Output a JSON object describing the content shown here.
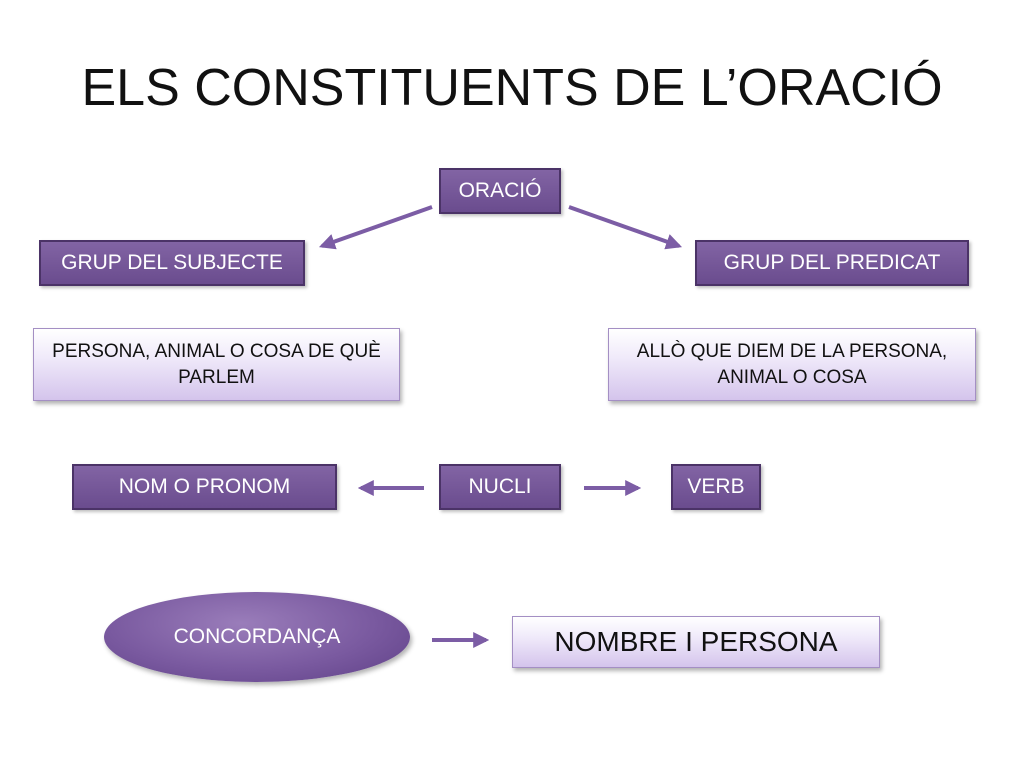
{
  "title": "ELS CONSTITUENTS DE L’ORACIÓ",
  "root": "ORACIÓ",
  "subject": {
    "group": "GRUP DEL SUBJECTE",
    "definition": "PERSONA, ANIMAL O COSA DE QUÈ PARLEM",
    "core": "NOM O PRONOM"
  },
  "predicate": {
    "group": "GRUP DEL PREDICAT",
    "definition": "ALLÒ QUE DIEM DE LA PERSONA, ANIMAL O COSA",
    "core": "VERB"
  },
  "nucleus": "NUCLI",
  "agreement": {
    "label": "CONCORDANÇA",
    "result": "NOMBRE I PERSONA"
  },
  "colors": {
    "box_fill": "#7458a0",
    "box_border": "#4b3367",
    "light_fill": "#e4daf4",
    "arrow": "#7c5da5"
  }
}
